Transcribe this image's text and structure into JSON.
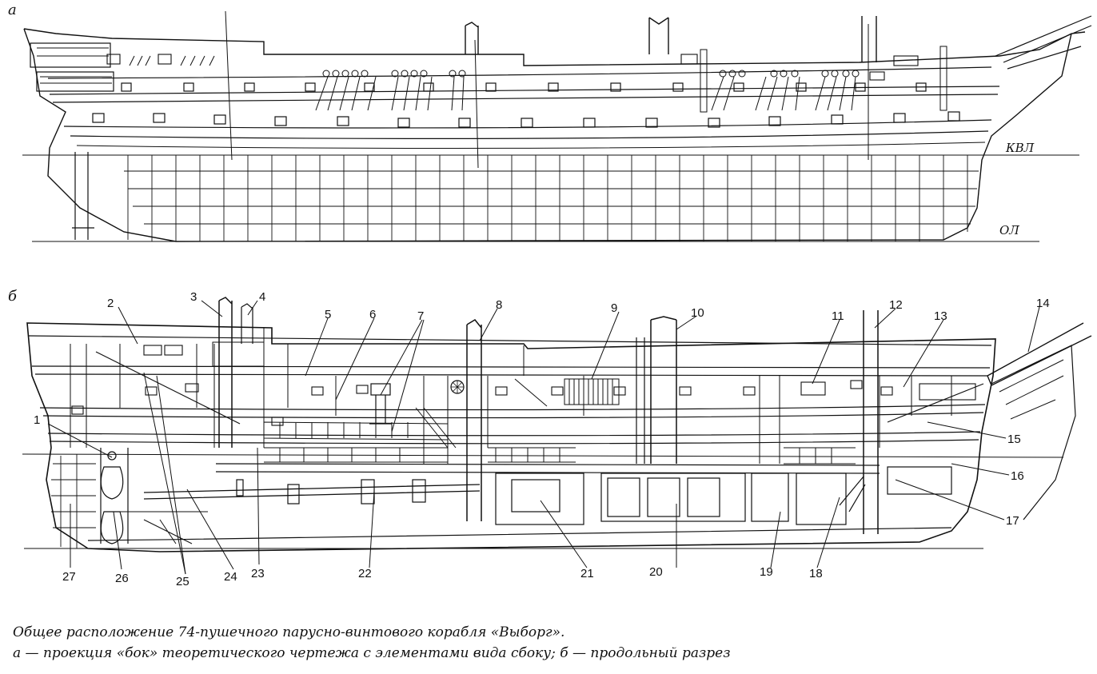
{
  "panels": {
    "a": {
      "letter": "а",
      "waterline_labels": {
        "kvl": "КВЛ",
        "ol": "ОЛ"
      }
    },
    "b": {
      "letter": "б"
    }
  },
  "callouts": [
    "1",
    "2",
    "3",
    "4",
    "5",
    "6",
    "7",
    "8",
    "9",
    "10",
    "11",
    "12",
    "13",
    "14",
    "15",
    "16",
    "17",
    "18",
    "19",
    "20",
    "21",
    "22",
    "23",
    "24",
    "25",
    "26",
    "27"
  ],
  "caption": {
    "line1": "Общее расположение 74-пушечного парусно-винтового корабля «Выборг».",
    "line2": "а — проекция «бок» теоретического чертежа с элементами вида сбоку; б — продольный разрез"
  }
}
